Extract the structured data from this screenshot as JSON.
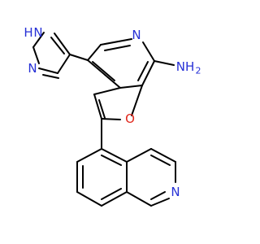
{
  "colors": {
    "background": "#ffffff",
    "bond": "#000000",
    "nitrogen": "#2630d6",
    "oxygen": "#e0261b"
  },
  "labels": {
    "pyrazole_nh": "N",
    "pyrazole_nh_h": "H",
    "pyrazole_n": "N",
    "pyridine_n": "N",
    "amine_nh2": "NH",
    "amine_sub": "2",
    "furan_o": "O",
    "isoquinoline_n": "N"
  }
}
